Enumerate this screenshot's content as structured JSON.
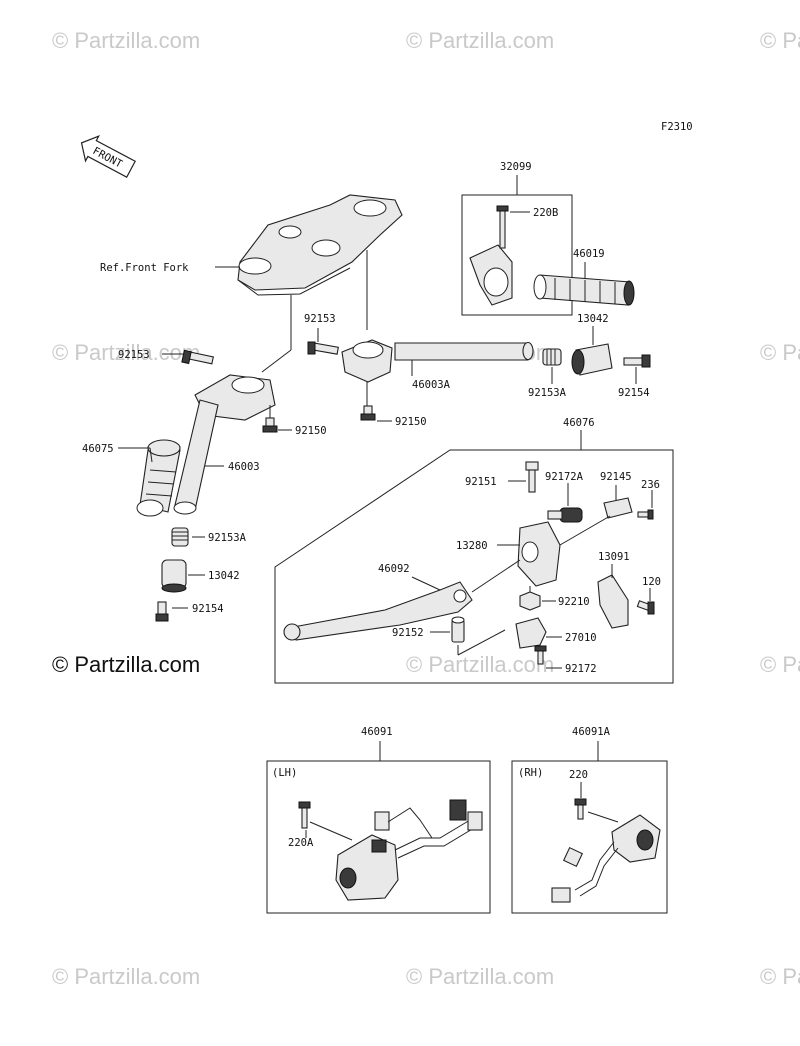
{
  "figure_code": "F2310",
  "front_label": "FRONT",
  "watermark": "© Partzilla.com",
  "callouts": {
    "ref_front_fork": "Ref.Front Fork",
    "p32099": "32099",
    "p220B": "220B",
    "p46019": "46019",
    "p13042_r": "13042",
    "p92153_l": "92153",
    "p92153_c": "92153",
    "p46003A": "46003A",
    "p92153A_r": "92153A",
    "p92154_r": "92154",
    "p92150_l": "92150",
    "p92150_c": "92150",
    "p46075": "46075",
    "p46003": "46003",
    "p92153A_l": "92153A",
    "p13042_l": "13042",
    "p92154_l": "92154",
    "p46076": "46076",
    "p92151": "92151",
    "p92172A": "92172A",
    "p92145": "92145",
    "p236": "236",
    "p13280": "13280",
    "p46092": "46092",
    "p13091": "13091",
    "p120": "120",
    "p92210": "92210",
    "p92152": "92152",
    "p27010": "27010",
    "p92172": "92172",
    "p46091": "46091",
    "p46091A": "46091A",
    "lh": "(LH)",
    "rh": "(RH)",
    "p220A": "220A",
    "p220": "220"
  }
}
